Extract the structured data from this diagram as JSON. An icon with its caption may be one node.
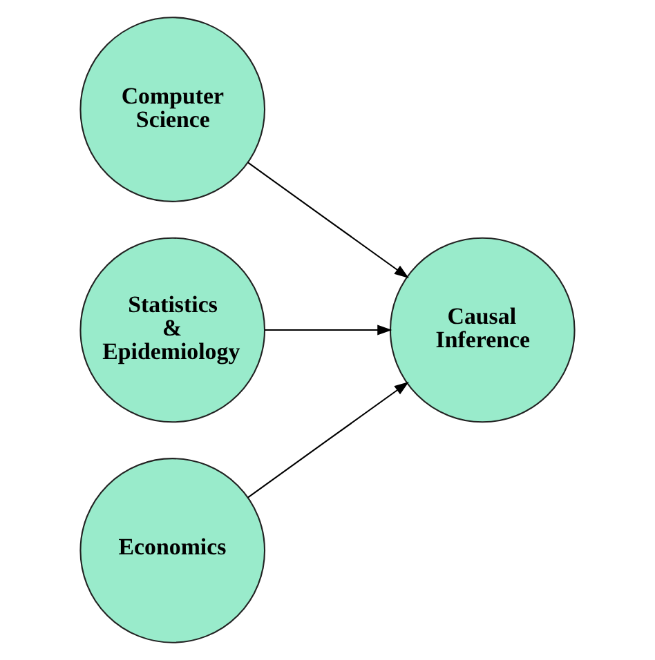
{
  "diagram": {
    "nodes": [
      {
        "text": [
          "Computer Science"
        ]
      },
      {
        "text": [
          "Statistics & Epidemiology"
        ]
      },
      {
        "text": [
          "Economics"
        ]
      },
      {
        "text": [
          "Causal Inference"
        ]
      }
    ],
    "edges": [
      {
        "from": 0,
        "to": 3,
        "arrow": "to"
      },
      {
        "from": 1,
        "to": 3,
        "arrow": "to"
      },
      {
        "from": 2,
        "to": 3,
        "arrow": "to"
      }
    ]
  }
}
